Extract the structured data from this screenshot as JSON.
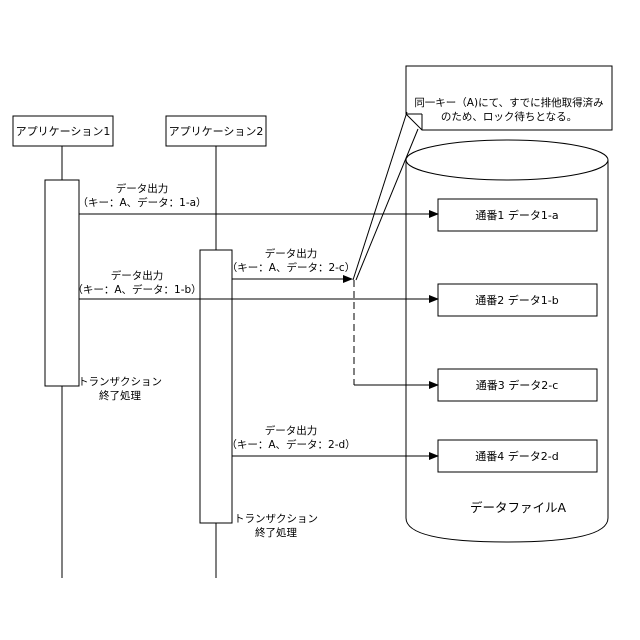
{
  "apps": {
    "app1": "アプリケーション1",
    "app2": "アプリケーション2"
  },
  "messages": [
    {
      "line1": "データ出力",
      "line2": "（キー：A、データ：1-a）"
    },
    {
      "line1": "データ出力",
      "line2": "（キー：A、データ：2-c）"
    },
    {
      "line1": "データ出力",
      "line2": "（キー：A、データ：1-b）"
    },
    {
      "line1": "データ出力",
      "line2": "（キー：A、データ：2-d）"
    }
  ],
  "transaction_end": [
    {
      "line1": "トランザクション",
      "line2": "終了処理"
    },
    {
      "line1": "トランザクション",
      "line2": "終了処理"
    }
  ],
  "note": {
    "line1": "同一キー（A)にて、すでに排他取得済み",
    "line2": "のため、ロック待ちとなる。"
  },
  "records": [
    "通番1 データ1-a",
    "通番2 データ1-b",
    "通番3 データ2-c",
    "通番4 データ2-d"
  ],
  "database": {
    "label": "データファイルA"
  }
}
